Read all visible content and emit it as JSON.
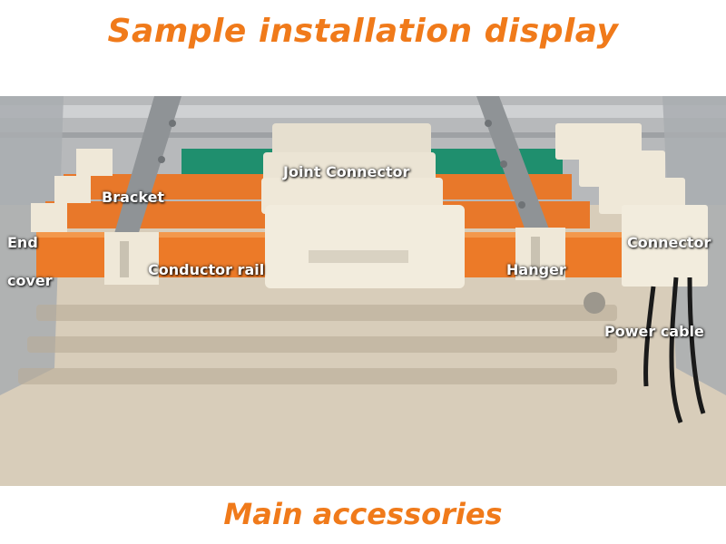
{
  "title": "Sample installation display",
  "footer": "Main accessories",
  "labels": {
    "end_cover_line1": "End",
    "end_cover_line2": "cover",
    "bracket": "Bracket",
    "joint_connector": "Joint Connector",
    "conductor_rail": "Conductor rail",
    "hanger": "Hanger",
    "connector": "Connector",
    "power_cable": "Power cable"
  },
  "colors": {
    "accent": "#f07a1a",
    "rail_orange": "#e8782a",
    "rail_green": "#1f8f6e",
    "housing_white": "#efe8d8",
    "floor": "#d9cfbd"
  }
}
